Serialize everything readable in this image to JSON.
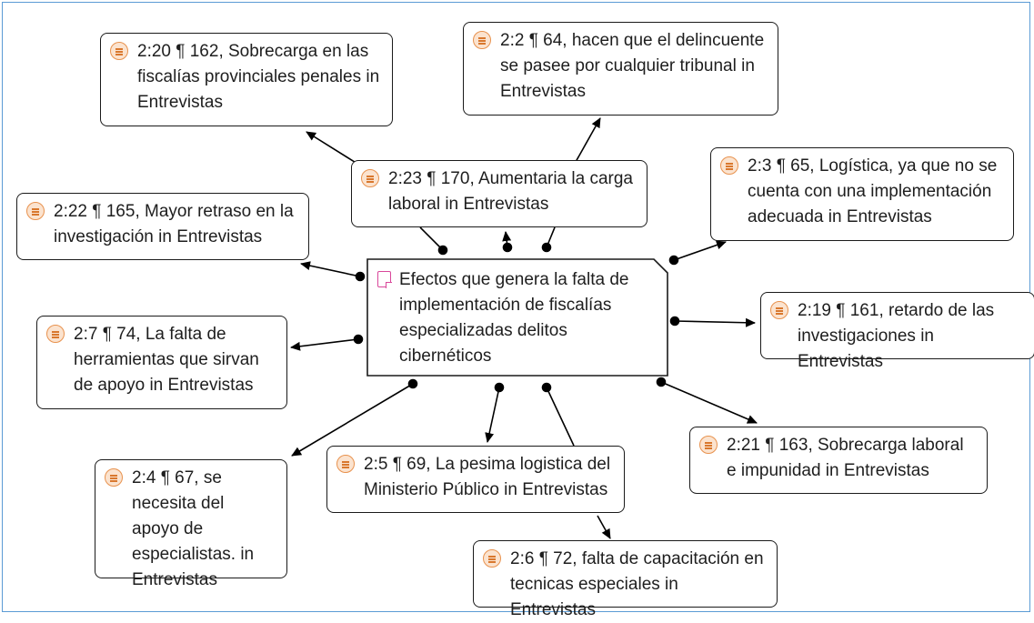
{
  "center": {
    "icon": "memo-icon",
    "text": "Efectos que genera la falta de implementación de fiscalías especializadas delitos cibernéticos"
  },
  "quotes": [
    {
      "id": "q-2-20",
      "icon": "quotation-icon",
      "text": "2:20 ¶ 162, Sobrecarga en las fiscalías provinciales penales in Entrevistas"
    },
    {
      "id": "q-2-2",
      "icon": "quotation-icon",
      "text": "2:2 ¶ 64, hacen que el delincuente se pasee por cualquier tribunal in Entrevistas"
    },
    {
      "id": "q-2-23",
      "icon": "quotation-icon",
      "text": "2:23 ¶ 170, Aumentaria la carga laboral in Entrevistas"
    },
    {
      "id": "q-2-3",
      "icon": "quotation-icon",
      "text": "2:3 ¶ 65, Logística, ya que no se cuenta con una implementación adecuada in Entrevistas"
    },
    {
      "id": "q-2-22",
      "icon": "quotation-icon",
      "text": "2:22 ¶ 165, Mayor retraso en la investigación in Entrevistas"
    },
    {
      "id": "q-2-19",
      "icon": "quotation-icon",
      "text": "2:19 ¶ 161, retardo de las investigaciones in Entrevistas"
    },
    {
      "id": "q-2-7",
      "icon": "quotation-icon",
      "text": "2:7 ¶ 74, La falta de herramientas que sirvan de apoyo in Entrevistas"
    },
    {
      "id": "q-2-21",
      "icon": "quotation-icon",
      "text": "2:21 ¶ 163, Sobrecarga laboral e impunidad in Entrevistas"
    },
    {
      "id": "q-2-4",
      "icon": "quotation-icon",
      "text": "2:4 ¶ 67, se necesita del apoyo de especialistas. in Entrevistas"
    },
    {
      "id": "q-2-5",
      "icon": "quotation-icon",
      "text": "2:5 ¶ 69, La pesima logistica del Ministerio Público in Entrevistas"
    },
    {
      "id": "q-2-6",
      "icon": "quotation-icon",
      "text": "2:6 ¶ 72, falta de capacitación en tecnicas especiales in Entrevistas"
    }
  ],
  "colors": {
    "frame": "#5b9bd5",
    "quote_icon": "#e8924e",
    "memo_icon": "#d9479a",
    "line": "#000000"
  }
}
